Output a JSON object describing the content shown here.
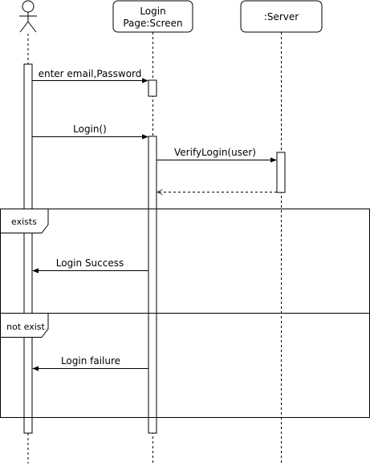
{
  "actor": {
    "name": ""
  },
  "participants": {
    "login_screen": {
      "line1": "Login",
      "line2": "Page:Screen"
    },
    "server": {
      "label": ":Server"
    }
  },
  "messages": {
    "enter_credentials": "enter email,Password",
    "login": "Login()",
    "verify_login": "VerifyLogin(user)",
    "login_success": "Login Success",
    "login_failure": "Login failure"
  },
  "fragments": {
    "exists": "exists",
    "not_exist": "not exist"
  },
  "colors": {
    "line": "#000000",
    "background": "#ffffff"
  }
}
